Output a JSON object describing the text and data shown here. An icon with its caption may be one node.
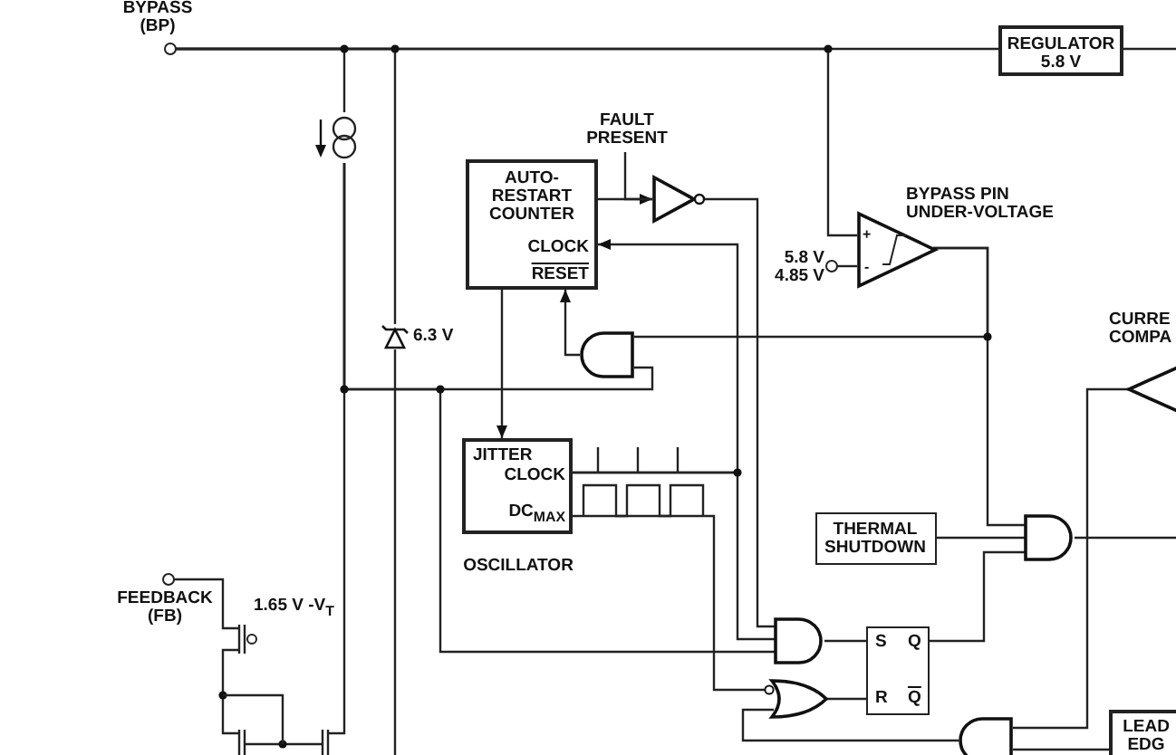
{
  "diagram": {
    "nodes": [
      {
        "text": [
          "BYPASS (BP)"
        ]
      },
      {
        "text": [
          "REGULATOR 5.8 V"
        ]
      },
      {
        "text": [],
        "shape": "circle"
      },
      {
        "text": [],
        "shape": "diode",
        "beside": [
          "6.3 V"
        ]
      },
      {
        "text": [
          "FAULT PRESENT"
        ]
      },
      {
        "text": [
          "AUTO-RESTART COUNTER",
          "CLOCK",
          "RESET"
        ]
      },
      {
        "text": [],
        "shape": "triangle"
      },
      {
        "text": [
          "BYPASS PIN UNDER-VOLTAGE"
        ]
      },
      {
        "text": [
          "5.8 V 4.85 V"
        ]
      },
      {
        "text": [],
        "shape": "gate"
      },
      {
        "text": [
          "JITTER",
          "CLOCK",
          "DC$_{MAX}$",
          "OSCILLATOR"
        ]
      },
      {
        "text": [
          "THERMAL SHUTDOWN"
        ]
      },
      {
        "text": [
          "FEEDBACK (FB)"
        ]
      },
      {
        "text": [],
        "shape": "transistor",
        "beside": [
          "1.65 V -V$_{T}$"
        ]
      },
      {
        "text": [],
        "shape": "gate"
      },
      {
        "text": [],
        "shape": "gate"
      },
      {
        "text": [
          "S",
          "Q",
          "R",
          "Q"
        ]
      },
      {
        "text": [],
        "shape": "gate"
      },
      {
        "text": [
          "CURRE COMPA"
        ]
      },
      {
        "text": [],
        "shape": "gate"
      },
      {
        "text": [
          "LEAD EDG"
        ]
      },
      {
        "text": [],
        "shape": "transistor"
      },
      {
        "text": [],
        "shape": "transistor"
      }
    ],
    "edges": [
      {
        "from": 0,
        "to": 1,
        "arrow": "none"
      },
      {
        "from": 0,
        "to": 2,
        "arrow": "none"
      },
      {
        "from": 0,
        "to": 3,
        "arrow": "none"
      },
      {
        "from": 0,
        "to": 7,
        "arrow": "none"
      },
      {
        "from": 4,
        "to": 6,
        "arrow": "to"
      },
      {
        "from": 5,
        "to": 6,
        "arrow": "none"
      },
      {
        "from": 6,
        "to": 14,
        "arrow": "none"
      },
      {
        "from": 10,
        "to": 5,
        "arrow": "to"
      },
      {
        "from": 10,
        "to": 14,
        "arrow": "none"
      },
      {
        "from": 5,
        "to": 10,
        "arrow": "to"
      },
      {
        "from": 9,
        "to": 5,
        "arrow": "to"
      },
      {
        "from": 7,
        "to": 9,
        "arrow": "none"
      },
      {
        "from": 7,
        "to": 17,
        "arrow": "none"
      },
      {
        "from": 2,
        "to": 9,
        "arrow": "none"
      },
      {
        "from": 2,
        "to": 14,
        "arrow": "none"
      },
      {
        "from": 8,
        "to": 7,
        "arrow": "none"
      },
      {
        "from": 10,
        "to": 15,
        "arrow": "none"
      },
      {
        "from": 14,
        "to": 16,
        "arrow": "none"
      },
      {
        "from": 15,
        "to": 16,
        "arrow": "none"
      },
      {
        "from": 16,
        "to": 17,
        "arrow": "none"
      },
      {
        "from": 11,
        "to": 17,
        "arrow": "none"
      },
      {
        "from": 17,
        "to": null,
        "arrow": "none"
      },
      {
        "from": 18,
        "to": 19,
        "arrow": "none"
      },
      {
        "from": 20,
        "to": 19,
        "arrow": "none"
      },
      {
        "from": 19,
        "to": 15,
        "arrow": "none"
      },
      {
        "from": 12,
        "to": 13,
        "arrow": "none"
      },
      {
        "from": 13,
        "to": 21,
        "arrow": "none"
      },
      {
        "from": 21,
        "to": 22,
        "arrow": "none"
      },
      {
        "from": 22,
        "to": 2,
        "arrow": "none"
      },
      {
        "from": 3,
        "to": null,
        "arrow": "none"
      },
      {
        "from": 1,
        "to": null,
        "arrow": "none"
      }
    ],
    "labels": [
      "+",
      "-"
    ]
  }
}
